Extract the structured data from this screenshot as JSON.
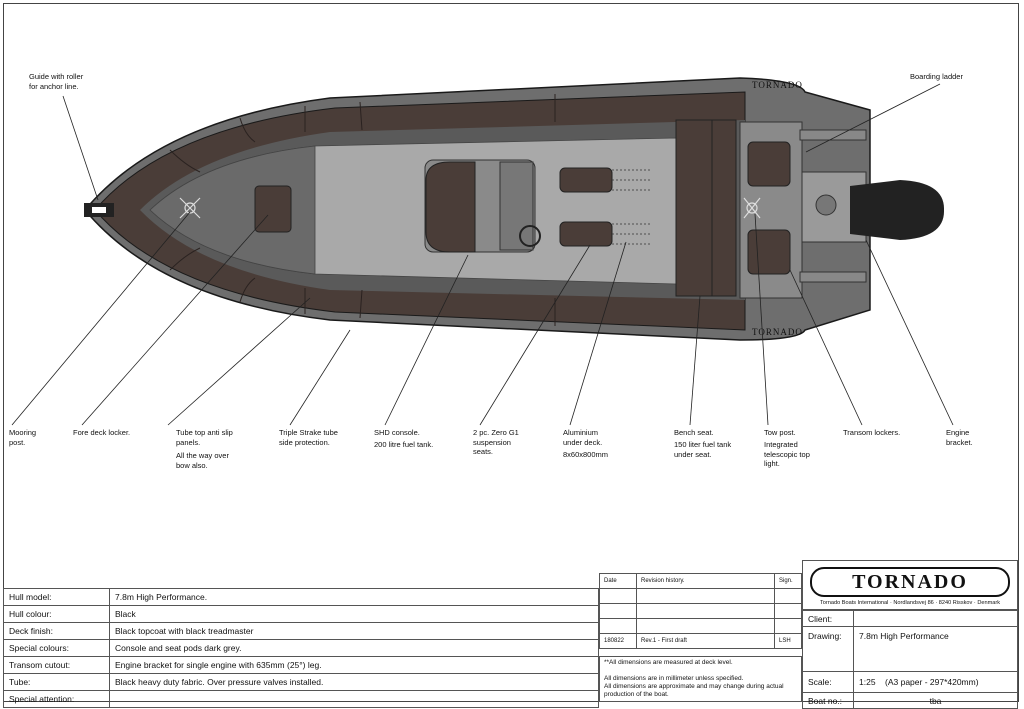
{
  "callouts": {
    "guide": "Guide with roller\nfor anchor line.",
    "boarding_ladder": "Boarding ladder",
    "mooring": "Mooring\npost.",
    "fore_deck": "Fore deck locker.",
    "tube_top": "Tube top anti slip\npanels.",
    "tube_top_2": "All the way over\nbow also.",
    "strake": "Triple Strake tube\nside protection.",
    "shd": "SHD console.",
    "shd_2": "200 litre fuel tank.",
    "seats": "2 pc. Zero G1\nsuspension\nseats.",
    "alu": "Aluminium\nunder deck.",
    "alu_2": "8x60x800mm",
    "bench": "Bench seat.",
    "bench_2": "150 liter fuel tank\nunder seat.",
    "tow": "Tow post.",
    "tow_2": "Integrated\ntelescopic top\nlight.",
    "transom_lockers": "Transom lockers.",
    "engine_bracket": "Engine\nbracket."
  },
  "tube_logo": "TORNADO",
  "spec": {
    "rows": [
      {
        "label": "Hull model:",
        "value": "7.8m High Performance."
      },
      {
        "label": "Hull colour:",
        "value": "Black"
      },
      {
        "label": "Deck finish:",
        "value": "Black topcoat with black treadmaster"
      },
      {
        "label": "Special colours:",
        "value": "Console and seat pods dark grey."
      },
      {
        "label": "Transom cutout:",
        "value": "Engine bracket for single engine with 635mm (25°) leg."
      },
      {
        "label": "Tube:",
        "value": "Black heavy duty fabric. Over pressure valves installed."
      },
      {
        "label": "Special attention:",
        "value": ""
      }
    ]
  },
  "revision": {
    "headers": [
      "Date",
      "Revision history.",
      "Sign."
    ],
    "rows": [
      [
        "",
        "",
        ""
      ],
      [
        "",
        "",
        ""
      ],
      [
        "",
        "",
        ""
      ],
      [
        "180822",
        "Rev.1 - First draft",
        "LSH"
      ]
    ],
    "note1": "**All dimensions are measured at deck level.",
    "note2": "All dimensions are in millimeter unless specified.",
    "note3": "All dimensions are approximate and may change during actual production of the boat."
  },
  "title_block": {
    "logo": "TORNADO",
    "address": "Tornado Boats International · Nordlandsvej 86 · 8240 Risskov · Denmark",
    "client_label": "Client:",
    "client_value": "",
    "drawing_label": "Drawing:",
    "drawing_value": "7.8m High Performance",
    "scale_label": "Scale:",
    "scale_value": "1:25",
    "paper": "(A3 paper - 297*420mm)",
    "boat_label": "Boat no.:",
    "boat_value": "tba"
  },
  "colors": {
    "tube": "#4a3d38",
    "hull": "#6e6e6e",
    "deck": "#a9a9a9",
    "outline": "#1a1a1a"
  }
}
